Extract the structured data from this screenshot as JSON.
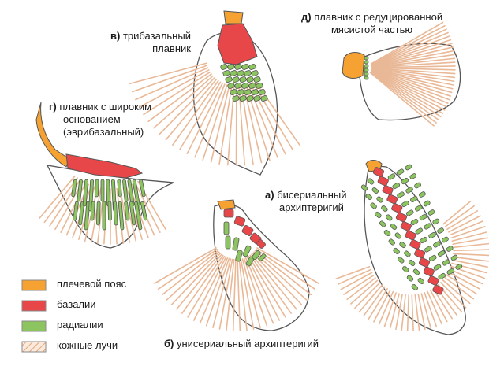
{
  "colors": {
    "girdle": "#f5a233",
    "basal": "#e8474a",
    "radial": "#8cc560",
    "ray": "#e9b896",
    "outline": "#555555",
    "fill": "#ffffff"
  },
  "labels": {
    "a": {
      "letter": "а)",
      "line1": "бисериальный",
      "line2": "архиптеригий"
    },
    "b": {
      "letter": "б)",
      "line1": "унисериальный архиптеригий"
    },
    "v": {
      "letter": "в)",
      "line1": "трибазальный",
      "line2": "плавник"
    },
    "g": {
      "letter": "г)",
      "line1": "плавник с широким",
      "line2": "основанием",
      "line3": "(эврибазальный)"
    },
    "d": {
      "letter": "д)",
      "line1": "плавник с редуцированной",
      "line2": "мясистой частью"
    }
  },
  "legend": [
    {
      "label": "плечевой пояс",
      "icon": "girdle-swatch"
    },
    {
      "label": "базалии",
      "icon": "basal-swatch"
    },
    {
      "label": "радиалии",
      "icon": "radial-swatch"
    },
    {
      "label": "кожные лучи",
      "icon": "ray-swatch"
    }
  ]
}
